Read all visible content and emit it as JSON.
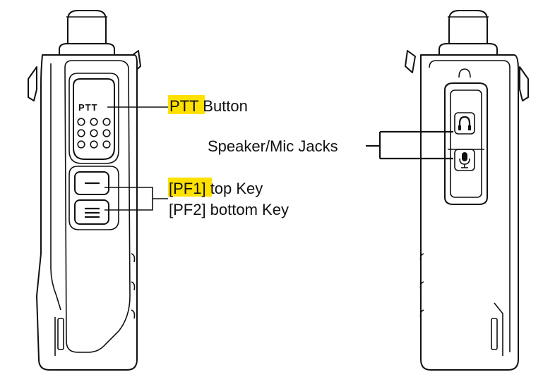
{
  "labels": {
    "ptt_highlight": "PTT",
    "ptt_rest": " Button",
    "ptt_engraving": "PTT",
    "jacks": "Speaker/Mic Jacks",
    "pf1_highlight": "[PF1]",
    "pf1_rest": " top Key",
    "pf2": "[PF2] bottom Key"
  },
  "colors": {
    "highlight": "#ffe100",
    "line": "#111111",
    "background": "#ffffff"
  },
  "icons": {
    "jack_top": "headphones-icon",
    "jack_bottom": "microphone-icon"
  }
}
